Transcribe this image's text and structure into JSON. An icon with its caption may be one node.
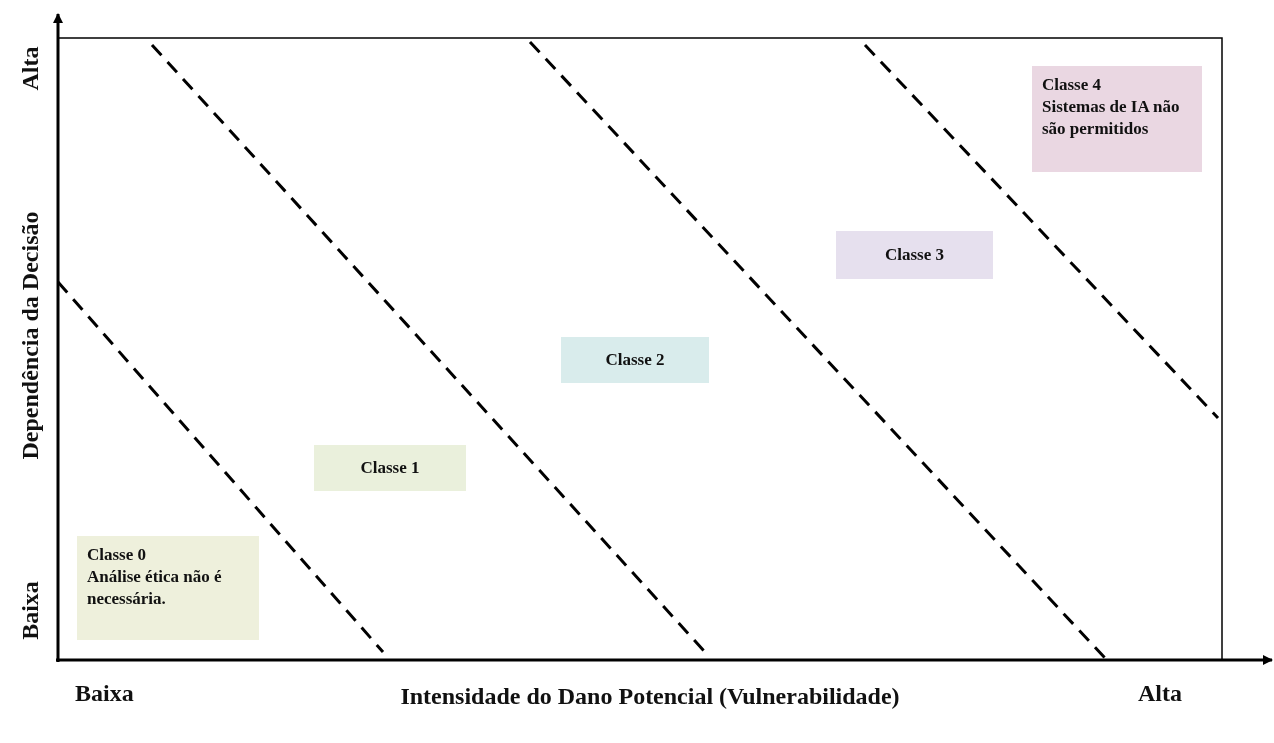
{
  "diagram": {
    "nodes": [
      {
        "text": [
          "Classe 4",
          "Sistemas de IA não são permitidos"
        ]
      },
      {
        "text": [
          "Classe 3"
        ]
      },
      {
        "text": [
          "Classe 2"
        ]
      },
      {
        "text": [
          "Classe 1"
        ]
      },
      {
        "text": [
          "Classe 0",
          "Análise ética não é necessária."
        ]
      }
    ],
    "edges": [],
    "labels": [
      "Alta",
      "Dependência da Decisão",
      "Baixa",
      "Baixa",
      "Intensidade do Dano Potencial (Vulnerabilidade)",
      "Alta"
    ]
  }
}
